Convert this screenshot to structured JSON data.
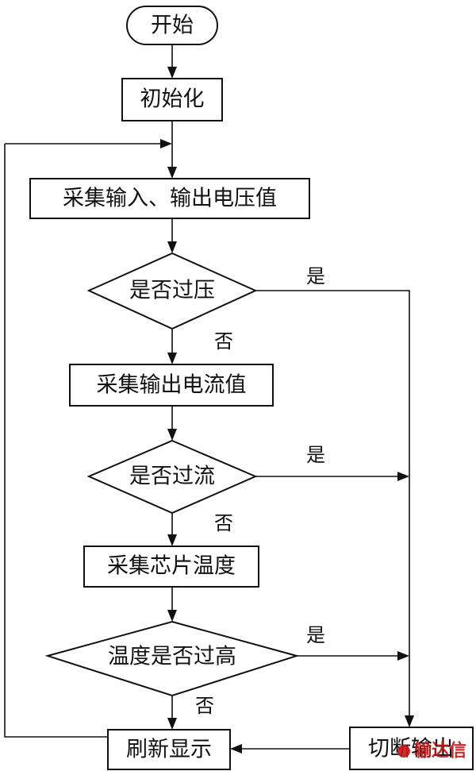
{
  "nodes": {
    "start": "开始",
    "init": "初始化",
    "sample_voltage": "采集输入、输出电压值",
    "check_overvoltage": "是否过压",
    "sample_current": "采集输出电流值",
    "check_overcurrent": "是否过流",
    "sample_temperature": "采集芯片温度",
    "check_overtemperature": "温度是否过高",
    "refresh_display": "刷新显示",
    "cut_output": "切断输出"
  },
  "branch_labels": {
    "overvoltage_yes": "是",
    "overvoltage_no": "否",
    "overcurrent_yes": "是",
    "overcurrent_no": "否",
    "overtemperature_yes": "是",
    "overtemperature_no": "否"
  },
  "watermark": "输达信"
}
